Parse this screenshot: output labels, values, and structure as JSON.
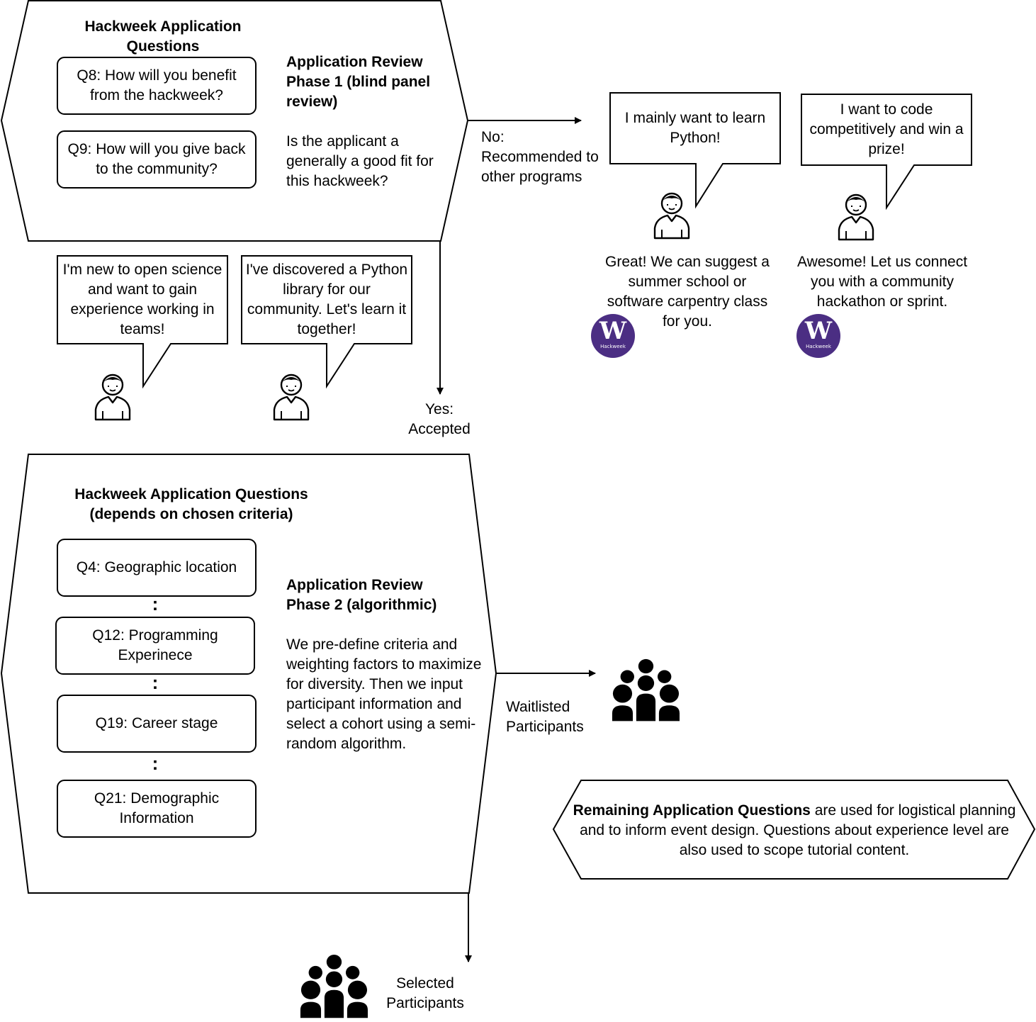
{
  "phase1": {
    "questions_title": "Hackweek Application Questions",
    "q8": "Q8: How will you benefit from the hackweek?",
    "q9": "Q9: How will you give back to the community?",
    "review_title": "Application Review Phase 1 (blind panel review)",
    "review_text": "Is the applicant a generally a good fit for this hackweek?"
  },
  "no_path": {
    "label": "No: Recommended to other programs",
    "bubble_python": "I mainly want to learn Python!",
    "bubble_prize": "I want to code competitively and win a prize!",
    "reply_summer_school": "Great! We can suggest a summer school or software carpentry class for you.",
    "reply_hackathon": "Awesome! Let us connect you with a community hackathon or sprint."
  },
  "yes_path": {
    "label": "Yes: Accepted",
    "bubble_open_science": "I'm new to open science and want to gain experience working in teams!",
    "bubble_python_library": "I've discovered a Python library for our community. Let's learn it together!"
  },
  "phase2": {
    "questions_title": "Hackweek Application Questions (depends on chosen criteria)",
    "q4": "Q4: Geographic location",
    "q12": "Q12: Programming Experinece",
    "q19": "Q19: Career stage",
    "q21": "Q21: Demographic Information",
    "review_title": "Application Review Phase 2 (algorithmic)",
    "review_text": "We pre-define criteria and weighting factors to maximize for diversity. Then we input participant information and select a cohort using a semi-random algorithm.",
    "ellipsis": ":"
  },
  "outcomes": {
    "waitlisted": "Waitlisted Participants",
    "selected": "Selected Participants"
  },
  "remaining": {
    "bold": "Remaining Application Questions",
    "text": " are used for logistical planning and to inform event design. Questions about experience level are also used to scope tutorial content."
  },
  "logo": {
    "letter": "W",
    "caption": "Hackweek"
  },
  "icons": {
    "person": "person-outline-icon",
    "group": "group-people-icon",
    "logo": "uw-hackweek-logo"
  },
  "colors": {
    "stroke": "#000000",
    "logo_purple": "#4b2e83",
    "background": "#ffffff"
  }
}
